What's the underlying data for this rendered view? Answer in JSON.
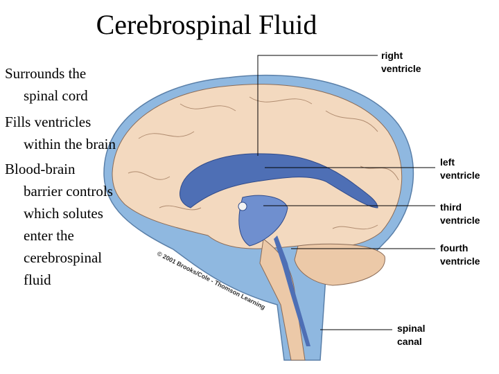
{
  "title": "Cerebrospinal Fluid",
  "bullets": [
    {
      "lines": [
        "Surrounds the",
        "spinal cord"
      ]
    },
    {
      "lines": [
        "Fills ventricles",
        "within the brain"
      ]
    },
    {
      "lines": [
        "Blood-brain",
        "barrier controls",
        "which solutes",
        "enter the",
        "cerebrospinal",
        "fluid"
      ]
    }
  ],
  "labels": {
    "right_ventricle": [
      "right",
      "ventricle"
    ],
    "left_ventricle": [
      "left",
      "ventricle"
    ],
    "third_ventricle": [
      "third",
      "ventricle"
    ],
    "fourth_ventricle": [
      "fourth",
      "ventricle"
    ],
    "spinal_canal": [
      "spinal",
      "canal"
    ]
  },
  "copyright": "© 2001 Brooks/Cole - Thomson Learning",
  "colors": {
    "csf": "#8fb8e0",
    "ventricle": "#4e6fb5",
    "brain": "#f3d9bf"
  }
}
